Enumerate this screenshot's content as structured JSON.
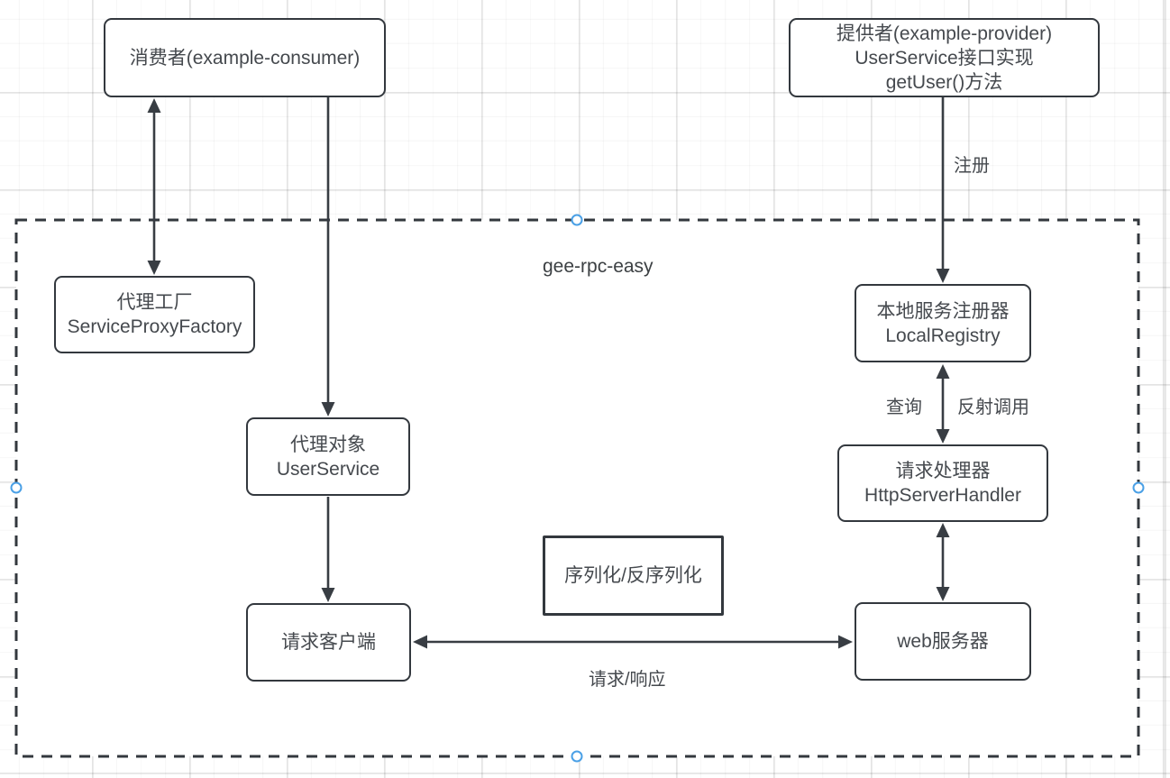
{
  "container": {
    "label": "gee-rpc-easy"
  },
  "nodes": {
    "consumer": {
      "lines": [
        "消费者(example-consumer)"
      ]
    },
    "provider": {
      "lines": [
        "提供者(example-provider)",
        "UserService接口实现",
        "getUser()方法"
      ]
    },
    "proxy_factory": {
      "lines": [
        "代理工厂",
        "ServiceProxyFactory"
      ]
    },
    "local_registry": {
      "lines": [
        "本地服务注册器",
        "LocalRegistry"
      ]
    },
    "proxy_object": {
      "lines": [
        "代理对象",
        "UserService"
      ]
    },
    "http_handler": {
      "lines": [
        "请求处理器",
        "HttpServerHandler"
      ]
    },
    "serialization": {
      "lines": [
        "序列化/反序列化"
      ]
    },
    "request_client": {
      "lines": [
        "请求客户端"
      ]
    },
    "web_server": {
      "lines": [
        "web服务器"
      ]
    }
  },
  "edge_labels": {
    "register": "注册",
    "query": "查询",
    "reflective_call": "反射调用",
    "request_response": "请求/响应"
  },
  "colors": {
    "shape_stroke": "#33383e",
    "text": "#45494e",
    "selection_handle": "#4aa0e6",
    "canvas_background": "#ffffff"
  }
}
